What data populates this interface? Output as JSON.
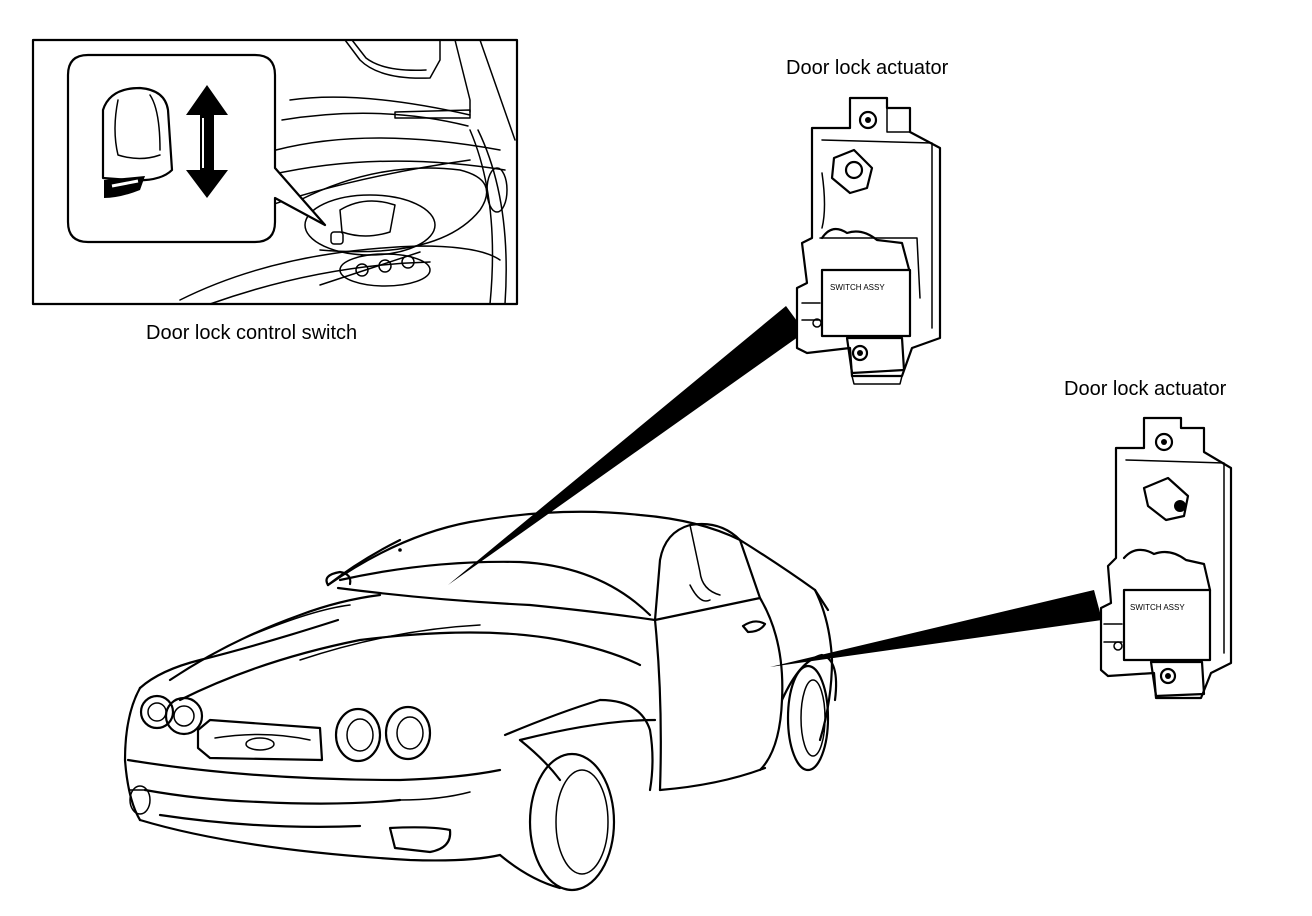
{
  "labels": {
    "switch": "Door lock control switch",
    "actuator_front": "Door lock actuator",
    "actuator_rear": "Door lock actuator"
  },
  "markings": {
    "actuator_tag": "SWITCH ASSY"
  },
  "colors": {
    "ink": "#000000",
    "paper": "#ffffff"
  },
  "icons": {
    "switch": "rocker-switch-icon",
    "arrow": "up-down-arrow-icon"
  }
}
